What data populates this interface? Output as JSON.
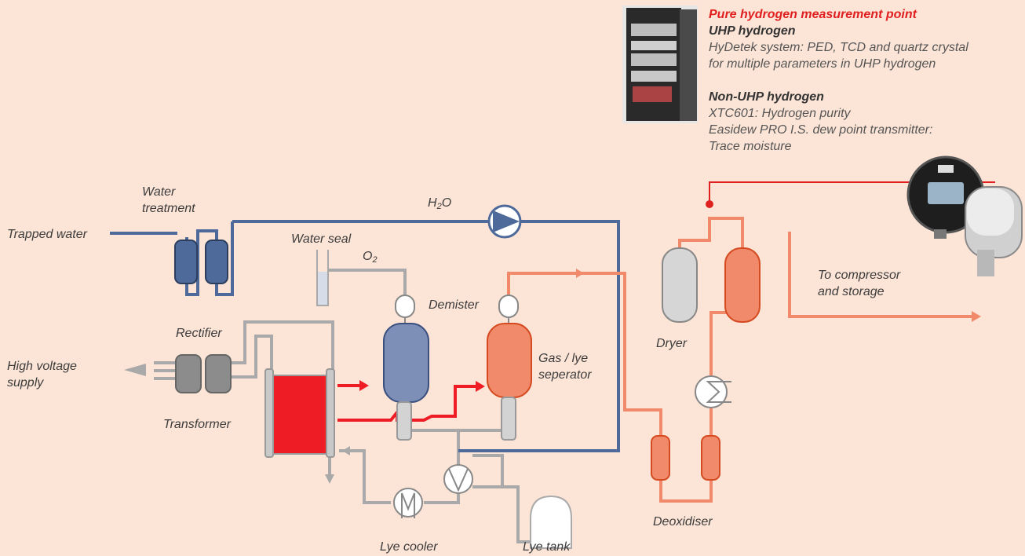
{
  "labels": {
    "trapped_water": "Trapped water",
    "water_treatment_1": "Water",
    "water_treatment_2": "treatment",
    "h2o_main": "H",
    "h2o_sub": "2",
    "h2o_tail": "O",
    "water_seal": "Water seal",
    "o2_main": "O",
    "o2_sub": "2",
    "demister": "Demister",
    "rectifier": "Rectifier",
    "high_voltage_1": "High voltage",
    "high_voltage_2": "supply",
    "transformer": "Transformer",
    "gas_lye_1": "Gas / lye",
    "gas_lye_2": "seperator",
    "dryer": "Dryer",
    "to_compressor_1": "To compressor",
    "to_compressor_2": "and storage",
    "deoxidiser": "Deoxidiser",
    "lye_cooler": "Lye cooler",
    "lye_tank": "Lye tank"
  },
  "info": {
    "title": "Pure hydrogen measurement point",
    "uhp_heading": "UHP hydrogen",
    "uhp_line1": "HyDetek system: PED, TCD and quartz crystal",
    "uhp_line2": "for multiple parameters in UHP hydrogen",
    "nonuhp_heading": "Non-UHP  hydrogen",
    "nonuhp_line1": "XTC601: Hydrogen purity",
    "nonuhp_line2": "Easidew PRO I.S. dew point transmitter:",
    "nonuhp_line3": "Trace moisture"
  },
  "colors": {
    "background": "#fce4d6",
    "water_line": "#4e6a9a",
    "hydrogen_line": "#f08a6a",
    "lye_line": "#a9a9a9",
    "electrolyser": "#ee1c24",
    "measurement_point": "#e02020"
  }
}
